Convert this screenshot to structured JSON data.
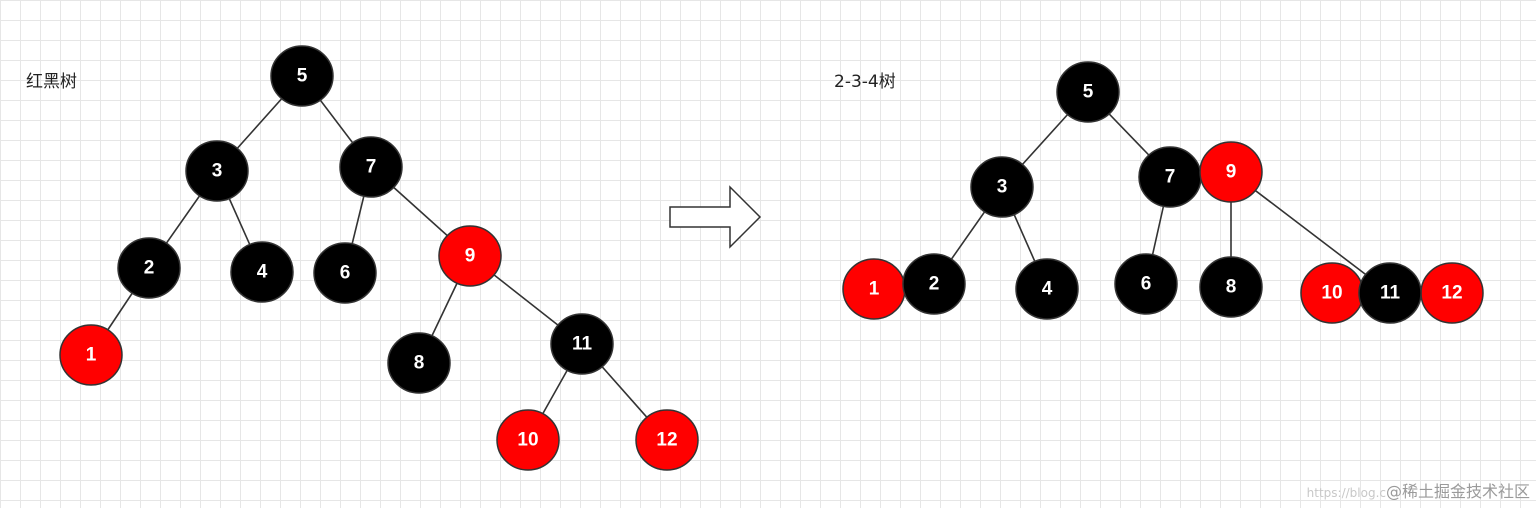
{
  "colors": {
    "black_node": "#000000",
    "red_node": "#ff0000",
    "edge": "#333333"
  },
  "left": {
    "title": "红黑树",
    "nodes": [
      {
        "id": "5",
        "label": "5",
        "color": "black"
      },
      {
        "id": "3",
        "label": "3",
        "color": "black"
      },
      {
        "id": "7",
        "label": "7",
        "color": "black"
      },
      {
        "id": "2",
        "label": "2",
        "color": "black"
      },
      {
        "id": "4",
        "label": "4",
        "color": "black"
      },
      {
        "id": "6",
        "label": "6",
        "color": "black"
      },
      {
        "id": "9",
        "label": "9",
        "color": "red"
      },
      {
        "id": "1",
        "label": "1",
        "color": "red"
      },
      {
        "id": "8",
        "label": "8",
        "color": "black"
      },
      {
        "id": "11",
        "label": "11",
        "color": "black"
      },
      {
        "id": "10",
        "label": "10",
        "color": "red"
      },
      {
        "id": "12",
        "label": "12",
        "color": "red"
      }
    ],
    "edges": [
      [
        "5",
        "3"
      ],
      [
        "5",
        "7"
      ],
      [
        "3",
        "2"
      ],
      [
        "3",
        "4"
      ],
      [
        "7",
        "6"
      ],
      [
        "7",
        "9"
      ],
      [
        "2",
        "1"
      ],
      [
        "9",
        "8"
      ],
      [
        "9",
        "11"
      ],
      [
        "11",
        "10"
      ],
      [
        "11",
        "12"
      ]
    ]
  },
  "arrow_icon": "right-arrow",
  "right": {
    "title": "2-3-4树",
    "nodes": [
      {
        "id": "5",
        "label": "5",
        "color": "black"
      },
      {
        "id": "3",
        "label": "3",
        "color": "black"
      },
      {
        "id": "7",
        "label": "7",
        "color": "black"
      },
      {
        "id": "9",
        "label": "9",
        "color": "red"
      },
      {
        "id": "1",
        "label": "1",
        "color": "red"
      },
      {
        "id": "2",
        "label": "2",
        "color": "black"
      },
      {
        "id": "4",
        "label": "4",
        "color": "black"
      },
      {
        "id": "6",
        "label": "6",
        "color": "black"
      },
      {
        "id": "8",
        "label": "8",
        "color": "black"
      },
      {
        "id": "10",
        "label": "10",
        "color": "red"
      },
      {
        "id": "11",
        "label": "11",
        "color": "black"
      },
      {
        "id": "12",
        "label": "12",
        "color": "red"
      }
    ],
    "edges": [
      [
        "5",
        "3"
      ],
      [
        "5",
        "7"
      ],
      [
        "3",
        "2"
      ],
      [
        "3",
        "4"
      ],
      [
        "7",
        "6"
      ],
      [
        "9",
        "8"
      ],
      [
        "9",
        "11"
      ]
    ]
  },
  "watermark": {
    "url": "https://blog.c",
    "brand": "@稀土掘金技术社区"
  }
}
